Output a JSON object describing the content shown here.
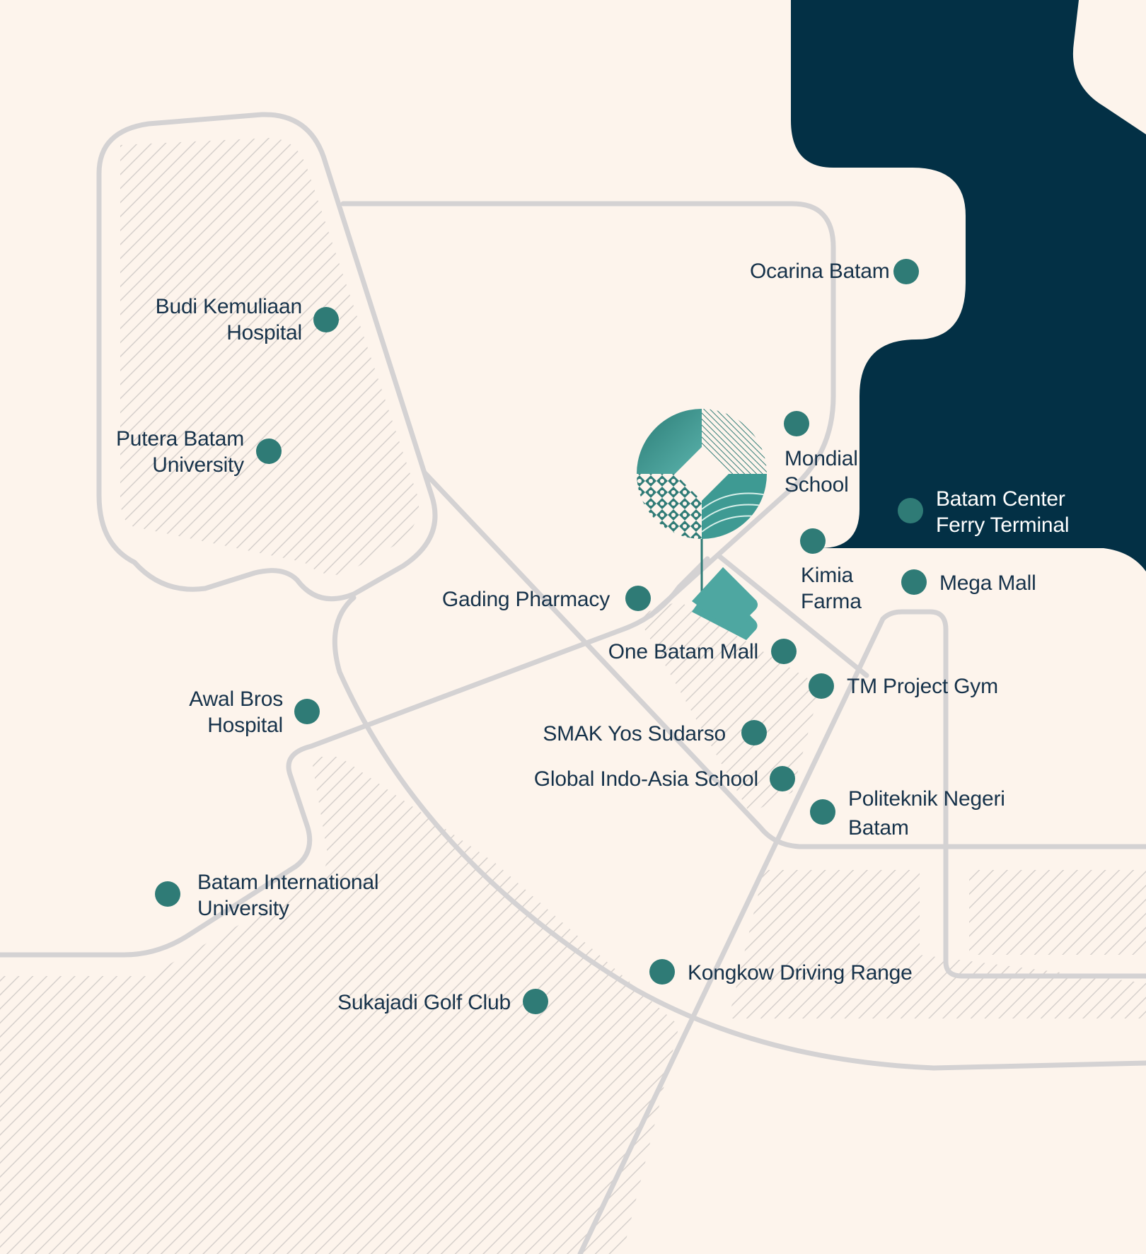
{
  "colors": {
    "background": "#fdf4ec",
    "water": "#033045",
    "road": "#d4d2d3",
    "marker": "#2f7b76",
    "label": "#16324a",
    "hatch": "#d9d3cf",
    "logo_teal": "#4ea7a1"
  },
  "points_of_interest": [
    {
      "id": "ocarina",
      "lines": [
        "Ocarina Batam"
      ]
    },
    {
      "id": "budi",
      "lines": [
        "Budi Kemuliaan",
        "Hospital"
      ]
    },
    {
      "id": "putera",
      "lines": [
        "Putera Batam",
        "University"
      ]
    },
    {
      "id": "mondial",
      "lines": [
        "Mondial",
        "School"
      ]
    },
    {
      "id": "ferry",
      "lines": [
        "Batam Center",
        "Ferry Terminal"
      ]
    },
    {
      "id": "kimia",
      "lines": [
        "Kimia",
        "Farma"
      ]
    },
    {
      "id": "mega",
      "lines": [
        "Mega Mall"
      ]
    },
    {
      "id": "gading",
      "lines": [
        "Gading Pharmacy"
      ]
    },
    {
      "id": "onebatam",
      "lines": [
        "One Batam Mall"
      ]
    },
    {
      "id": "tmgym",
      "lines": [
        "TM Project Gym"
      ]
    },
    {
      "id": "awalbros",
      "lines": [
        "Awal Bros",
        "Hospital"
      ]
    },
    {
      "id": "smak",
      "lines": [
        "SMAK Yos Sudarso"
      ]
    },
    {
      "id": "global",
      "lines": [
        "Global Indo-Asia School"
      ]
    },
    {
      "id": "politeknik",
      "lines": [
        "Politeknik Negeri",
        "Batam"
      ]
    },
    {
      "id": "bis",
      "lines": [
        "Batam International",
        "University"
      ]
    },
    {
      "id": "kongkow",
      "lines": [
        "Kongkow Driving Range"
      ]
    },
    {
      "id": "sukajadi",
      "lines": [
        "Sukajadi Golf Club"
      ]
    }
  ],
  "project_marker": {
    "icon": "project-logo-icon"
  }
}
